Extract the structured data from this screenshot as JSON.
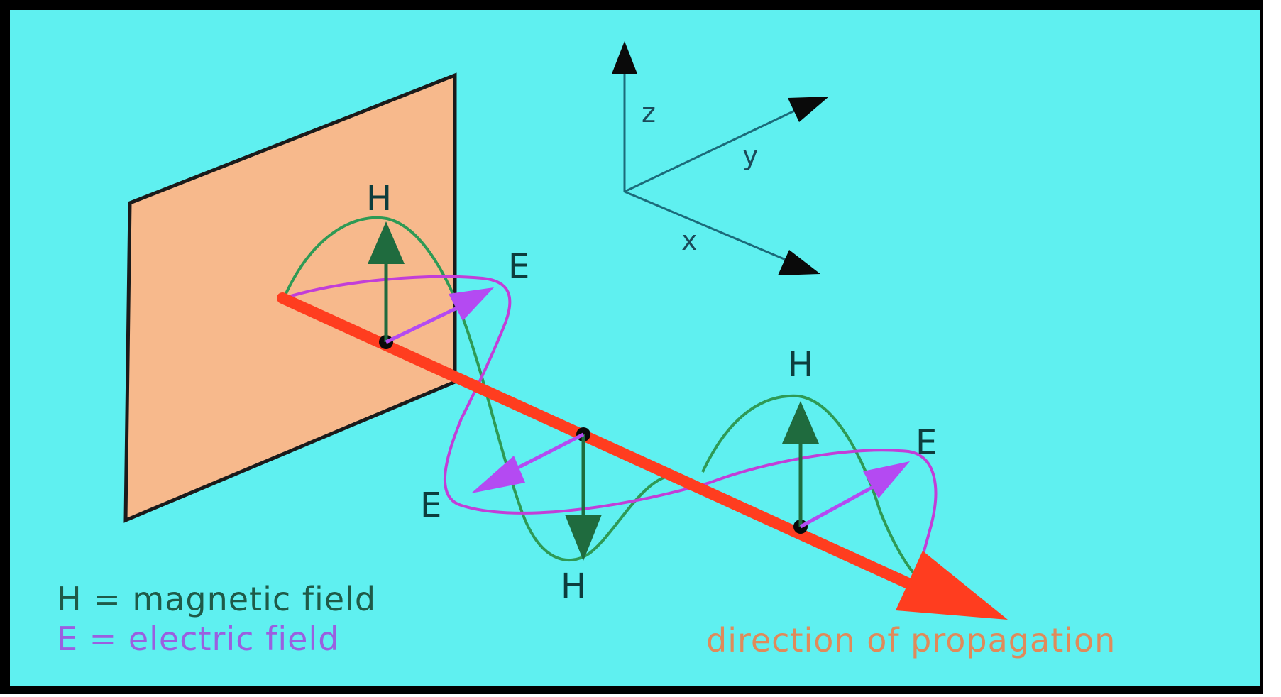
{
  "diagram": {
    "field_labels": {
      "h_top_left": "H",
      "e_top_left": "E",
      "e_middle": "E",
      "h_bottom": "H",
      "h_top_right": "H",
      "e_right": "E"
    },
    "axes": {
      "z": "z",
      "y": "y",
      "x": "x"
    },
    "legend": {
      "magnetic": "H = magnetic field",
      "electric": "E = electric field"
    },
    "propagation_label": "direction of propagation"
  },
  "colors": {
    "background": "#5ff0f0",
    "frame": "#000000",
    "plate_fill": "#f7b98c",
    "magnetic": "#1f6b3e",
    "electric": "#b44af2",
    "propagation": "#ff3d1f",
    "propagation_text": "#e08a5a",
    "axes": "#1b6b7a",
    "label_text": "#0d3d3d"
  }
}
